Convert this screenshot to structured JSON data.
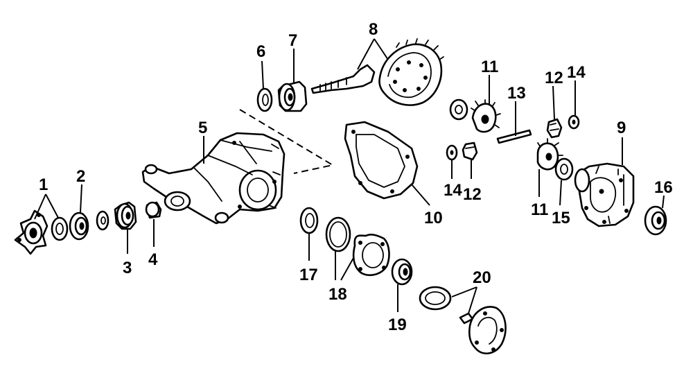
{
  "callouts": {
    "c1": "1",
    "c2": "2",
    "c3": "3",
    "c4": "4",
    "c5": "5",
    "c6": "6",
    "c7": "7",
    "c8": "8",
    "c9": "9",
    "c10": "10",
    "c11a": "11",
    "c11b": "11",
    "c12a": "12",
    "c12b": "12",
    "c13": "13",
    "c14a": "14",
    "c14b": "14",
    "c15": "15",
    "c16": "16",
    "c17": "17",
    "c18": "18",
    "c19": "19",
    "c20": "20"
  },
  "colors": {
    "ink": "#000000",
    "paper": "#ffffff"
  }
}
